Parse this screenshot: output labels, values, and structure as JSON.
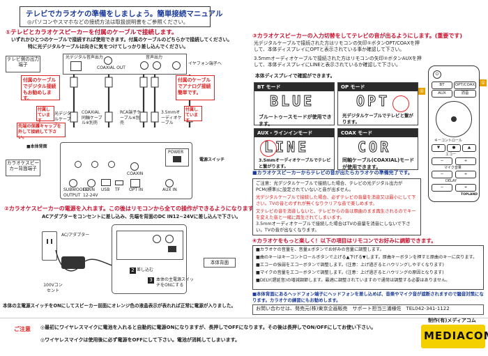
{
  "header": {
    "title": "テレビでカラオケの準備をしましょう。簡単接続マニュアル",
    "subtitle": "◎パソコンやスマホなどの接続方法は取扱説明書をご参照ください。"
  },
  "section1": {
    "heading": "①テレビとカラオケスピーカーを付属のケーブルで接続します。",
    "desc1": "いずれかひとつのケーブルで接続すれば使用できます。付属のケーブルのどちらかで接続してください。",
    "desc2": "特に光デジタルケーブルは向きに気をつけてしっかり差し込んでください。",
    "tv_output_label": "テレビ側の出力端子",
    "optical_port_label": "光デジタル音声出力",
    "coaxial_port_label": "COAXIAL OUT",
    "audio_port_label": "音声出力",
    "earphone_label": "イヤフォン端子へ",
    "note_optical": "付属のケーブルでデジタル接続もお勧めします。",
    "note_analog": "付属のケーブルでアナログ接続簡単です。",
    "cable_optical": "光デジタルケーブル",
    "cable_coaxial": "COAXIAL同軸ケーブル※別売",
    "cable_rca": "RCA端子ケーブル※別売",
    "cable_35mm": "3.5mmオーディオケーブル",
    "included1": "付属しています",
    "included2": "付属しています",
    "cap_warning": "先端の保護キャップを外して接続して下さい。",
    "back_view_label": "■本体背面",
    "speaker_back_label": "カラオケスピーカー背面端子",
    "power_switch_label": "電源スイッチ",
    "power_label": "POWER",
    "port_coaxin": "COAXIN",
    "port_opt": "OPT IN",
    "port_aux": "AUX IN",
    "port_usb": "USB",
    "port_dcin": "DC IN 12-24V",
    "port_tf": "TF",
    "port_sub": "SUBWOOFER OUTPUT"
  },
  "section2": {
    "heading": "②カラオケスピーカーの電源を入れます。この後はリモコンから全ての操作ができるようになります",
    "desc": "ACアダプターをコンセントに差し込み、先端を背面のDC IN12~24Vに差し込んで下さい。",
    "ac_label": "AC/アダプター",
    "outlet_label": "100Vコンセント",
    "step2": "差し込む",
    "step3": "本体の主電源スイッチをONにする",
    "back_label": "本体背面",
    "bottom_note": "本体の主電源スイッチをONにしてスピーカー前面にオレンジ色の液晶表示が表れれば正常に電源が入りました。"
  },
  "section3": {
    "heading": "③カラオケスピーカーの入力切替をしてテレビの音が出るようにします。(重要です)",
    "bullet1": "光デジタルケーブルで接続された方はリモコンの矢印①ボタンOPT/COAXを押して、本体ディスプレイにOPTと表示されている事か確認して下さい。",
    "bullet2": "3.5mmオーディオケーブルで接続された方はリモコンの矢印②ボタンAUXを押して、本体ディスプレイにLINEと表示されているか確認して下さい。",
    "display_check": "本体ディスプレイで確認ができます。",
    "modes": [
      {
        "header": "BT モード",
        "lcd": "BLUE",
        "caption": "ブルートゥースモードが使用できます。"
      },
      {
        "header": "OP モード",
        "lcd": "OPT",
        "caption": "光デジタルケーブルでテレビと繋がります。"
      },
      {
        "header": "AUX・ラインインモード",
        "lcd": "LINE",
        "caption": "3.5mmオーディオケーブルでテレビと繋がります。"
      },
      {
        "header": "COAX モード",
        "lcd": "COR",
        "caption": "同軸ケーブル(COAXIAL)モードが使用できます。"
      }
    ],
    "ready": "■カラオケスピーカーからテレビの音が出たらカラオケの準備完了です。"
  },
  "notes_box": {
    "n1": "ご注意：光デジタルケーブルで接続した場合、テレビの光デジタル出力がPCM(標準)に設定されていないと音が出ません。",
    "n2": "光デジタルケーブルで接続した場合、必ずテレビの音量を消音又は最小にして下さい。TVの音とのずれが無くなりクリアな音で楽しめます。",
    "n3": "又テレビの音を消音しないと、テレビからの音は原曲のまま再生されるのでキーを変えた音と一緒に再生されてしまいます。",
    "n4": "3.5mmオーディオケーブルで接続した場合はTVの音量を消音にしないで下さい。TVの音が出なくなります。"
  },
  "section4": {
    "heading": "④カラオケをもっと楽しく！以下の項目はリモコンでお好みに調節できます。",
    "items": [
      "■カラオケの音量を、音量±ボタンでお好みの音量に調整します。",
      "■曲のキーはキーコントロールボタンで上げる▲下げる▼します。原曲キーボタンを押すと原曲のキーに戻ります。",
      "■エコーの強弱をエコーボタンで調整します。(注意：上げ過ぎるとハウリングしやすくなります)",
      "■マイクの音量をエコーボタンで調整します。(注意：上げ過ぎるとハウリングの原因となります)",
      "■DELY(遅延音)の増減調節します。最適に調整されていますので通常は調整する必要はありません。"
    ],
    "wired_note": "■本体背面にあるヘッドフォン端子にヘッドフォンを差し込めば、音楽やマイク音が遮断されますので騒音対策になります。カラオケの練習にもお勧めします。"
  },
  "contact": "お問い合わせは、発売元(株)東京企画販売　サポート担当三浦様佐　TEL042-341-1122",
  "footer": {
    "caution": "ご注意",
    "line1": "◎最初にワイヤレスマイクに電池を入れると自動的に電源ONになりますが、長押しでOFFになります。その後は長押しでON/OFFにしてお使い下さい。",
    "line2": "◎ワイヤレスマイクは使用後に必ず電源をOFFにして下さい。電池が消耗してしまいます。",
    "maker": "制作(有)メディアコム",
    "logo": "MEDIACOM"
  },
  "remote": {
    "b_power": "⏻",
    "b_bt": "BT",
    "b_opt": "OPT/COAX",
    "b_aux": "AUX",
    "b_mute": "消音",
    "key_label": "キーコントロール",
    "echo_label": "エコー",
    "mic_label": "マイク音量",
    "delay_label": "DELAY",
    "callout1": "①",
    "callout2": "②",
    "brand": "TOPLAND"
  },
  "colors": {
    "red": "#d22",
    "blue": "#1a3a9c",
    "orange": "#e8a000"
  }
}
